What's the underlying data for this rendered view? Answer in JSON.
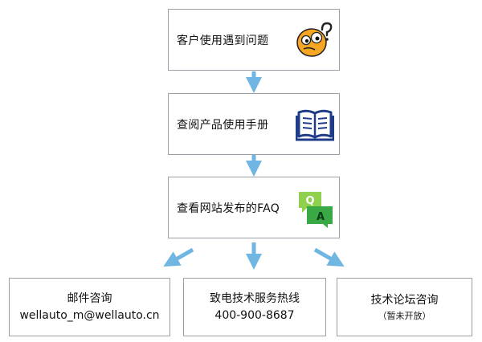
{
  "flow": {
    "step1": {
      "label": "客户使用遇到问题",
      "icon": "confused-face-icon"
    },
    "step2": {
      "label": "查阅产品使用手册",
      "icon": "open-book-icon"
    },
    "step3": {
      "label": "查看网站发布的FAQ",
      "icon": "qa-chat-icon",
      "icon_q": "Q",
      "icon_a": "A"
    }
  },
  "channels": {
    "email": {
      "title": "邮件咨询",
      "detail": "wellauto_m@wellauto.cn"
    },
    "hotline": {
      "title": "致电技术服务热线",
      "detail": "400-900-8687"
    },
    "forum": {
      "title": "技术论坛咨询",
      "note": "（暂未开放）"
    }
  },
  "colors": {
    "arrow": "#6fb6e3",
    "border": "#9aa0a6",
    "book": "#1f3c88",
    "face": "#f5a623",
    "qa_green": "#39a845"
  }
}
